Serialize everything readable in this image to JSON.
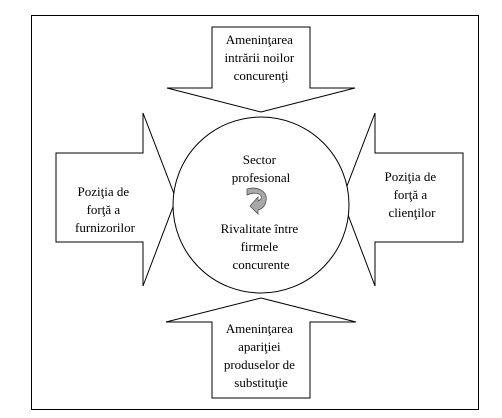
{
  "arrows": {
    "top": [
      "Ameninţarea",
      "intrării noilor",
      "concurenţi"
    ],
    "left": [
      "Poziţia de",
      "forţă a",
      "furnizorilor"
    ],
    "right": [
      "Poziţia de",
      "forţă a",
      "clienţilor"
    ],
    "bottom": [
      "Ameninţarea",
      "apariţiei",
      "produselor de",
      "substituţie"
    ]
  },
  "center": {
    "top": [
      "Sector",
      "profesional"
    ],
    "bottom": [
      "Rivalitate între",
      "firmele",
      "concurente"
    ]
  },
  "icons": {
    "center_arrow": "curved-arrow-icon"
  },
  "colors": {
    "stroke": "#000000",
    "curved_arrow_fill": "#a9a9a9"
  }
}
